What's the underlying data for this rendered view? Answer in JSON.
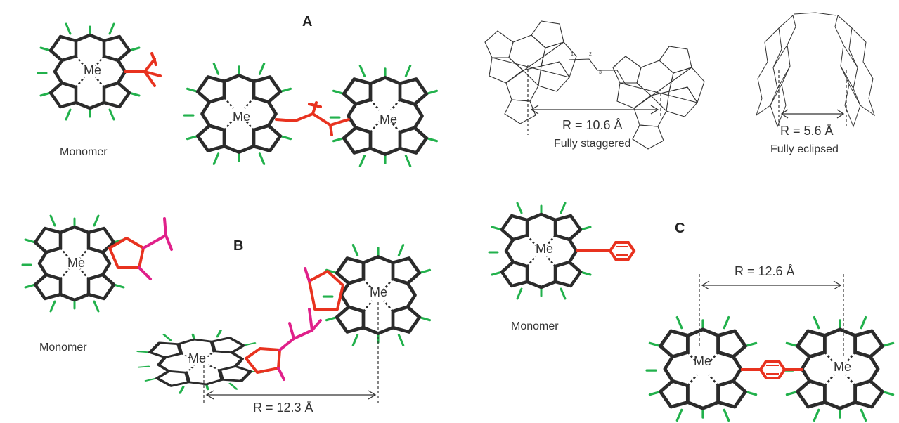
{
  "panels": {
    "a": "A",
    "b": "B",
    "c": "C"
  },
  "metal_label": "Me",
  "monomer_label": "Monomer",
  "panel_a": {
    "staggered": {
      "distance": "R = 10.6 Å",
      "caption": "Fully staggered"
    },
    "eclipsed": {
      "distance": "R = 5.6 Å",
      "caption": "Fully eclipsed"
    },
    "atom_numbers": [
      "1",
      "2",
      "3",
      "4"
    ]
  },
  "panel_b": {
    "distance": "R = 12.3 Å"
  },
  "panel_c": {
    "distance": "R = 12.6 Å"
  },
  "colors": {
    "skeleton": "#2b2b2b",
    "hydrogen": "#22b14c",
    "linker": "#e8321f",
    "linker_alt": "#e0208a",
    "wire": "#333333"
  }
}
